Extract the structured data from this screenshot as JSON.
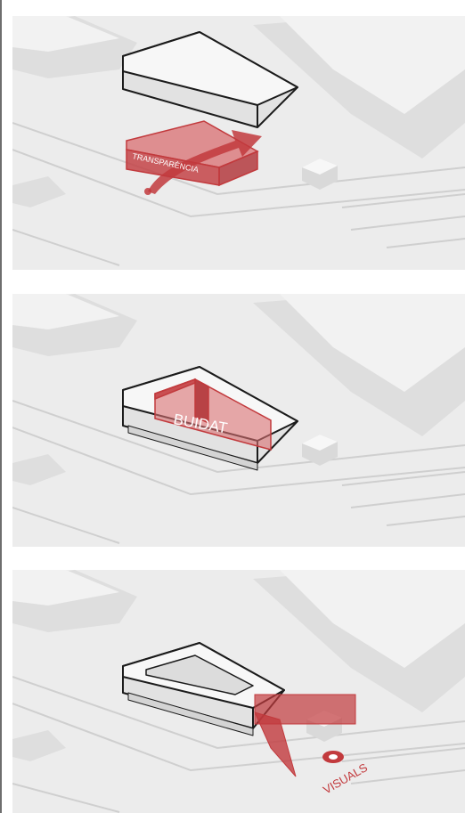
{
  "colors": {
    "background": "#ececec",
    "building_top": "#f7f7f7",
    "building_side": "#e4e4e4",
    "outline": "#1b1b1b",
    "accent_red": "#c23a3d",
    "accent_red_fill": "#d96f72"
  },
  "panels": [
    {
      "label": "TRANSPARÈNCIA"
    },
    {
      "label": "BUIDAT"
    },
    {
      "label": "VISUALS"
    }
  ]
}
